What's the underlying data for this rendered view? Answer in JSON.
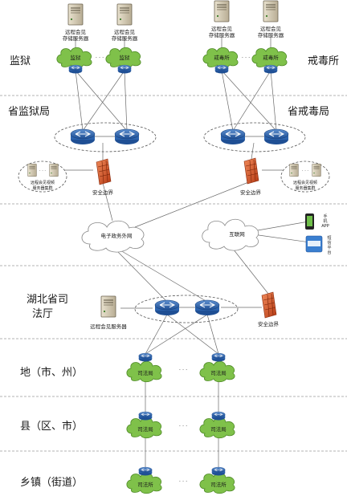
{
  "tiers": {
    "prison": "监狱",
    "rehab": "戒毒所",
    "prov_prison": "省监狱局",
    "prov_rehab": "省戒毒局",
    "hubei": [
      "湖北省司",
      "法厅"
    ],
    "city": "地（市、州）",
    "county": "县（区、市）",
    "town": "乡镇（街道）"
  },
  "labels": {
    "storage_server": [
      "远程会见",
      "存储服务器"
    ],
    "video_cluster": [
      "远程会见视频",
      "服务器集群"
    ],
    "cloud_prison": "监狱",
    "cloud_rehab": "戒毒所",
    "security_border": "安全边界",
    "gov_extranet": "电子政务外网",
    "internet": "互联网",
    "phone_app": [
      "手",
      "机",
      "APP"
    ],
    "sms_platform": [
      "短",
      "信",
      "平",
      "台"
    ],
    "hubei_server": "远程会见服务器",
    "bureau": "司法局",
    "office": "司法所",
    "ellipsis": "· · ·"
  }
}
